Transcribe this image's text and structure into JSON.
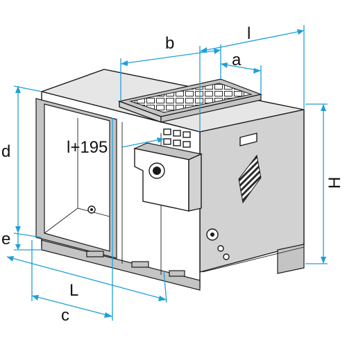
{
  "labels": {
    "l": "l",
    "b": "b",
    "a": "a",
    "d": "d",
    "l195": "l+195",
    "H": "H",
    "e": "e",
    "L": "L",
    "c": "c"
  },
  "colors": {
    "dimension_line": "#1e9fd8",
    "outline": "#1a1a1a"
  }
}
